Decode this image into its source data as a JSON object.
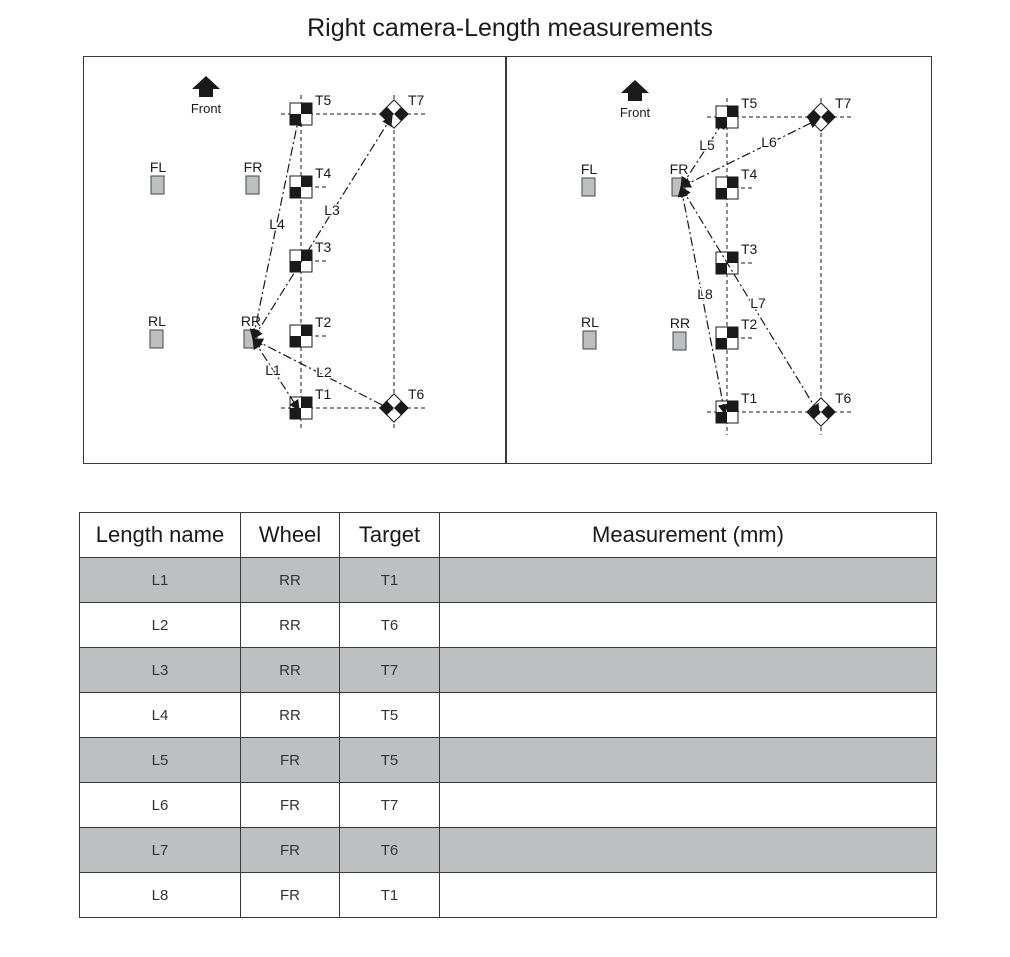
{
  "title": "Right camera-Length measurements",
  "colors": {
    "wheel_fill": "#bebfc1",
    "row_shade": "#bebfc1",
    "ink": "#1a1a1a"
  },
  "left_panel": {
    "front_label": "Front",
    "wheels": [
      "FL",
      "FR",
      "RL",
      "RR"
    ],
    "targets": [
      "T1",
      "T2",
      "T3",
      "T4",
      "T5",
      "T6",
      "T7"
    ],
    "lengths": [
      {
        "label": "L1",
        "wheel": "RR",
        "target": "T1"
      },
      {
        "label": "L2",
        "wheel": "RR",
        "target": "T6"
      },
      {
        "label": "L3",
        "wheel": "RR",
        "target": "T7"
      },
      {
        "label": "L4",
        "wheel": "RR",
        "target": "T5"
      }
    ]
  },
  "right_panel": {
    "front_label": "Front",
    "wheels": [
      "FL",
      "FR",
      "RL",
      "RR"
    ],
    "targets": [
      "T1",
      "T2",
      "T3",
      "T4",
      "T5",
      "T6",
      "T7"
    ],
    "lengths": [
      {
        "label": "L5",
        "wheel": "FR",
        "target": "T5"
      },
      {
        "label": "L6",
        "wheel": "FR",
        "target": "T7"
      },
      {
        "label": "L7",
        "wheel": "FR",
        "target": "T6"
      },
      {
        "label": "L8",
        "wheel": "FR",
        "target": "T1"
      }
    ]
  },
  "table": {
    "headers": [
      "Length name",
      "Wheel",
      "Target",
      "Measurement (mm)"
    ],
    "rows": [
      {
        "name": "L1",
        "wheel": "RR",
        "target": "T1",
        "measurement": ""
      },
      {
        "name": "L2",
        "wheel": "RR",
        "target": "T6",
        "measurement": ""
      },
      {
        "name": "L3",
        "wheel": "RR",
        "target": "T7",
        "measurement": ""
      },
      {
        "name": "L4",
        "wheel": "RR",
        "target": "T5",
        "measurement": ""
      },
      {
        "name": "L5",
        "wheel": "FR",
        "target": "T5",
        "measurement": ""
      },
      {
        "name": "L6",
        "wheel": "FR",
        "target": "T7",
        "measurement": ""
      },
      {
        "name": "L7",
        "wheel": "FR",
        "target": "T6",
        "measurement": ""
      },
      {
        "name": "L8",
        "wheel": "FR",
        "target": "T1",
        "measurement": ""
      }
    ]
  }
}
